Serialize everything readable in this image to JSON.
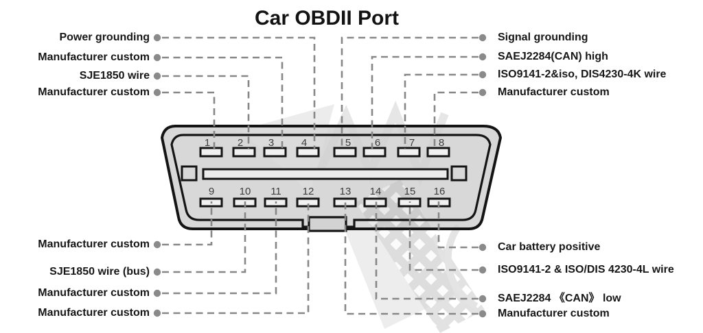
{
  "title": "Car OBDII Port",
  "pins": {
    "top": [
      "1",
      "2",
      "3",
      "4",
      "5",
      "6",
      "7",
      "8"
    ],
    "bottom": [
      "9",
      "10",
      "11",
      "12",
      "13",
      "14",
      "15",
      "16"
    ]
  },
  "pin_labels": {
    "top_left": [
      {
        "text": "Power grounding",
        "pin": "4"
      },
      {
        "text": "Manufacturer custom",
        "pin": "3"
      },
      {
        "text": "SJE1850 wire",
        "pin": "2"
      },
      {
        "text": "Manufacturer custom",
        "pin": "1"
      }
    ],
    "top_right": [
      {
        "text": "Signal grounding",
        "pin": "5"
      },
      {
        "text": "SAEJ2284(CAN) high",
        "pin": "6"
      },
      {
        "text": "ISO9141-2&iso, DIS4230-4K wire",
        "pin": "7"
      },
      {
        "text": "Manufacturer custom",
        "pin": "8"
      }
    ],
    "bottom_left": [
      {
        "text": "Manufacturer custom",
        "pin": "9"
      },
      {
        "text": "SJE1850 wire (bus)",
        "pin": "10"
      },
      {
        "text": "Manufacturer custom",
        "pin": "11"
      },
      {
        "text": "Manufacturer custom",
        "pin": "12"
      }
    ],
    "bottom_right": [
      {
        "text": "Car battery positive",
        "pin": "16"
      },
      {
        "text": "ISO9141-2 & ISO/DIS 4230-4L wire",
        "pin": "15"
      },
      {
        "text": "SAEJ2284 《CAN》 low",
        "pin": "14"
      },
      {
        "text": "Manufacturer custom",
        "pin": "13"
      }
    ]
  },
  "colors": {
    "connector_body": "#d8d8d8",
    "outline": "#141414",
    "leader_gray": "#878787",
    "text": "#161616",
    "pin_fill": "#f1f1f1"
  }
}
